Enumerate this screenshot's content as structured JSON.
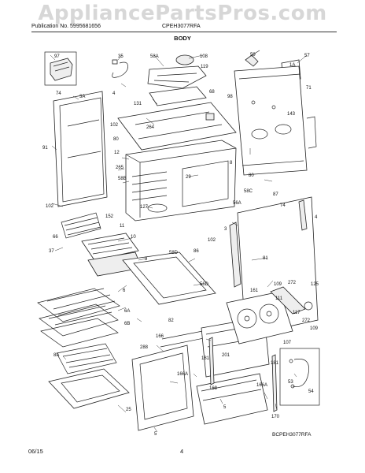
{
  "watermark": "AppliancePartsPros.com",
  "header": {
    "publication": "Publication No. 5995681656",
    "model": "CPEH3077RFA"
  },
  "title": "BODY",
  "footer": {
    "date": "06/15",
    "page": "4"
  },
  "diagram_code": "BCPEH3077RFA",
  "callouts": [
    {
      "label": "97"
    },
    {
      "label": "35"
    },
    {
      "label": "58A"
    },
    {
      "label": "108"
    },
    {
      "label": "59"
    },
    {
      "label": "57"
    },
    {
      "label": "1A"
    },
    {
      "label": "119"
    },
    {
      "label": "71"
    },
    {
      "label": "74"
    },
    {
      "label": "3A"
    },
    {
      "label": "4"
    },
    {
      "label": "98"
    },
    {
      "label": "68"
    },
    {
      "label": "143"
    },
    {
      "label": "131"
    },
    {
      "label": "102"
    },
    {
      "label": "264"
    },
    {
      "label": "91"
    },
    {
      "label": "80"
    },
    {
      "label": "12"
    },
    {
      "label": "29"
    },
    {
      "label": "80"
    },
    {
      "label": "265"
    },
    {
      "label": "58B"
    },
    {
      "label": "8"
    },
    {
      "label": "58C"
    },
    {
      "label": "87"
    },
    {
      "label": "127"
    },
    {
      "label": "102"
    },
    {
      "label": "56A"
    },
    {
      "label": "152"
    },
    {
      "label": "74"
    },
    {
      "label": "4"
    },
    {
      "label": "3"
    },
    {
      "label": "66"
    },
    {
      "label": "11"
    },
    {
      "label": "10"
    },
    {
      "label": "86"
    },
    {
      "label": "37"
    },
    {
      "label": "102"
    },
    {
      "label": "81"
    },
    {
      "label": "9"
    },
    {
      "label": "58D"
    },
    {
      "label": "6"
    },
    {
      "label": "56D"
    },
    {
      "label": "109"
    },
    {
      "label": "272"
    },
    {
      "label": "125"
    },
    {
      "label": "161"
    },
    {
      "label": "111"
    },
    {
      "label": "6A"
    },
    {
      "label": "82"
    },
    {
      "label": "6B"
    },
    {
      "label": "117"
    },
    {
      "label": "272"
    },
    {
      "label": "109"
    },
    {
      "label": "107"
    },
    {
      "label": "166"
    },
    {
      "label": "8A"
    },
    {
      "label": "288"
    },
    {
      "label": "181"
    },
    {
      "label": "201"
    },
    {
      "label": "181"
    },
    {
      "label": "166A"
    },
    {
      "label": "53"
    },
    {
      "label": "54"
    },
    {
      "label": "166A"
    },
    {
      "label": "168"
    },
    {
      "label": "25"
    },
    {
      "label": "5"
    },
    {
      "label": "5"
    },
    {
      "label": "170"
    }
  ]
}
